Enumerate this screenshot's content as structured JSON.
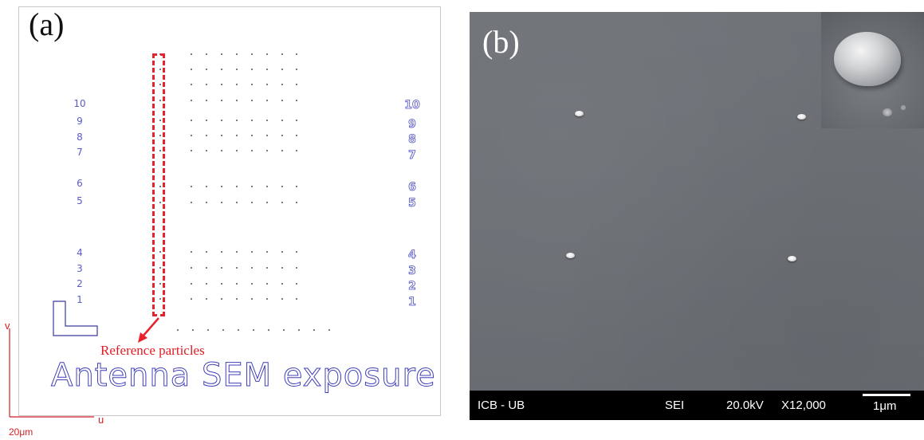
{
  "panel_a": {
    "label": "(a)",
    "row_labels": [
      "10",
      "9",
      "8",
      "7",
      "6",
      "5",
      "4",
      "3",
      "2",
      "1"
    ],
    "reference_label": "Reference particles",
    "title": "Antenna SEM exposure",
    "axes": {
      "v": "v",
      "u": "u",
      "scale": "20μm"
    },
    "colors": {
      "accent": "#e8222c",
      "text": "#4040b8"
    }
  },
  "panel_b": {
    "label": "(b)",
    "info_bar": {
      "organization": "ICB - UB",
      "mode": "SEI",
      "voltage": "20.0kV",
      "magnification": "X12,000",
      "scale": "1μm"
    }
  }
}
